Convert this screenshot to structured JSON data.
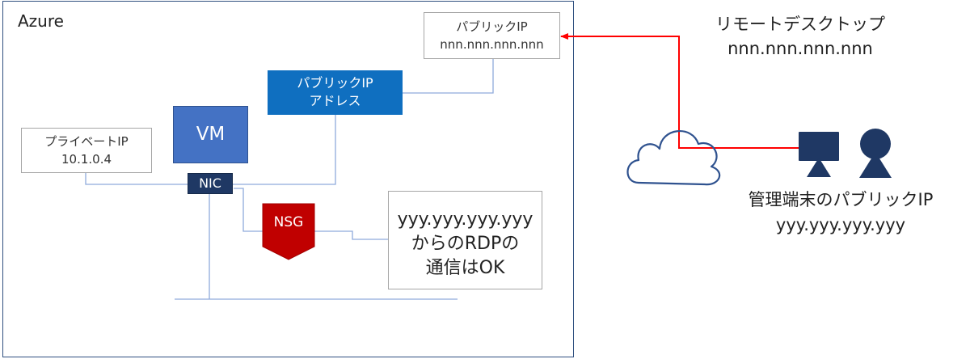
{
  "azure": {
    "label": "Azure"
  },
  "public_ip_box": {
    "line1": "パブリックIP",
    "line2": "nnn.nnn.nnn.nnn"
  },
  "public_ip_address_resource": {
    "line1": "パブリックIP",
    "line2": "アドレス"
  },
  "private_ip_box": {
    "line1": "プライベートIP",
    "line2": "10.1.0.4"
  },
  "vm": {
    "label": "VM"
  },
  "nic": {
    "label": "NIC"
  },
  "nsg": {
    "label": "NSG"
  },
  "nsg_rule": {
    "line1": "yyy.yyy.yyy.yyy",
    "line2": "からのRDPの",
    "line3": "通信はOK"
  },
  "remote_desktop": {
    "line1": "リモートデスクトップ",
    "line2": "nnn.nnn.nnn.nnn"
  },
  "admin_terminal": {
    "line1": "管理端末のパブリックIP",
    "line2": "yyy.yyy.yyy.yyy"
  },
  "colors": {
    "frame": "#2f4f7f",
    "public_ip_resource": "#0f6fc0",
    "vm": "#4472c4",
    "nic": "#1f3864",
    "nsg": "#c00000",
    "rdp_arrow": "#ff0000",
    "connector": "#8faadc",
    "cloud_outline": "#2f528f",
    "person_icon": "#1f3864"
  }
}
